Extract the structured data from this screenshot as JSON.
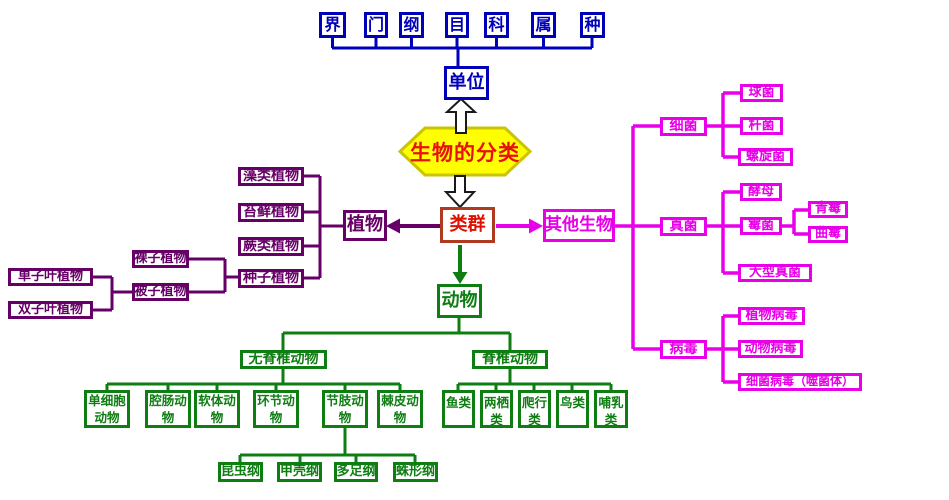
{
  "title": "生物的分类",
  "colors": {
    "blue": "#0000b8",
    "purple": "#660066",
    "magenta": "#e800e8",
    "green": "#0e7d12",
    "group_border": "#b03a20",
    "red_text": "#e01010",
    "hex_fill": "#ffff00",
    "hex_border": "#cbc400"
  },
  "nodes": {
    "kingdom": "界",
    "phylum": "门",
    "class": "纲",
    "order": "目",
    "family": "科",
    "genus": "属",
    "species": "种",
    "unit": "单位",
    "hexagon": "生物的分类",
    "group": "类群",
    "plants": "植物",
    "other_organisms": "其他生物",
    "animals": "动物",
    "algae": "藻类植物",
    "moss": "苔藓植物",
    "fern": "蕨类植物",
    "seed_plants": "种子植物",
    "gymnosperm": "裸子植物",
    "angiosperm": "被子植物",
    "monocot": "单子叶植物",
    "dicot": "双子叶植物",
    "bacteria": "细菌",
    "coccus": "球菌",
    "bacillus": "杆菌",
    "spirillum": "螺旋菌",
    "fungi": "真菌",
    "yeast": "酵母",
    "mold": "霉菌",
    "penicillium": "青霉",
    "aspergillus": "曲霉",
    "macrofungi": "大型真菌",
    "virus": "病毒",
    "plant_virus": "植物病毒",
    "animal_virus": "动物病毒",
    "bacteriophage": "细菌病毒（噬菌体）",
    "invertebrates": "无脊椎动物",
    "vertebrates": "脊椎动物",
    "unicellular": "单细胞动物",
    "coelenterate": "腔肠动物",
    "mollusk": "软体动物",
    "annelid": "环节动物",
    "arthropod": "节肢动物",
    "echinoderm": "棘皮动物",
    "fish": "鱼类",
    "amphibian": "两栖类",
    "reptile": "爬行类",
    "bird": "鸟类",
    "mammal": "哺乳类",
    "insecta": "昆虫纲",
    "crustacea": "甲壳纲",
    "myriapoda": "多足纲",
    "arachnida": "蛛形纲"
  }
}
